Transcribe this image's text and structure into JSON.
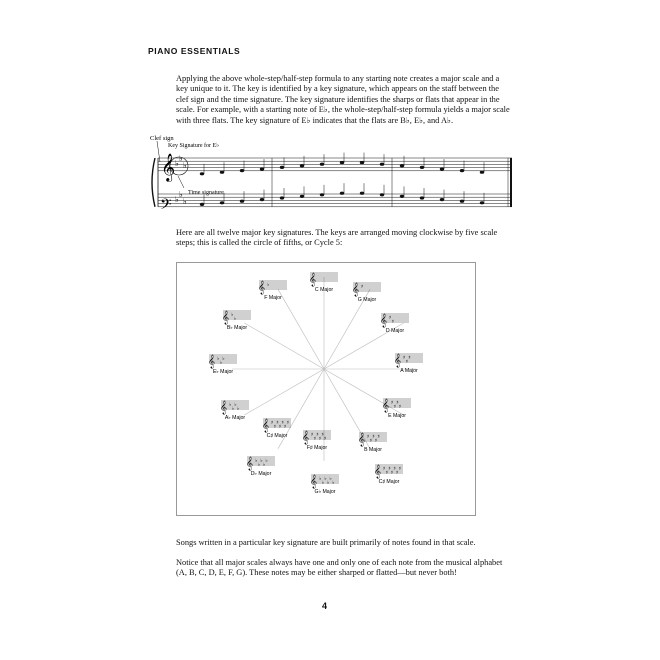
{
  "header": {
    "title": "PIANO ESSENTIALS"
  },
  "paragraphs": {
    "intro": "Applying the above whole-step/half-step formula to any starting note creates a major scale and a key unique to it. The key is identified by a key signature, which appears on the staff between the clef sign and the time signature. The key signature identifies the sharps or flats that appear in the scale. For example, with a starting note of E♭, the whole-step/half-step formula yields a major scale with three flats. The key signature of E♭ indicates that the flats are B♭, E♭, and A♭.",
    "circle_intro": "Here are all twelve major key signatures. The keys are arranged moving clockwise by five scale steps; this is called the circle of fifths, or Cycle 5:",
    "songs": "Songs written in a particular key signature are built primarily of notes found in that scale.",
    "notice": "Notice that all major scales always have one and only one of each note from the musical alphabet (A, B, C, D, E, F, G). These notes may be either sharped or flatted—but never both!"
  },
  "staff": {
    "clef_label": "Clef sign",
    "key_label": "Key Signature for E♭",
    "time_label": "Time signature"
  },
  "keys": [
    {
      "label": "C Major",
      "accidental": "none",
      "count": 0
    },
    {
      "label": "G Major",
      "accidental": "sharp",
      "count": 1
    },
    {
      "label": "D Major",
      "accidental": "sharp",
      "count": 2
    },
    {
      "label": "A Major",
      "accidental": "sharp",
      "count": 3
    },
    {
      "label": "E Major",
      "accidental": "sharp",
      "count": 4
    },
    {
      "label": "B Major",
      "accidental": "sharp",
      "count": 5
    },
    {
      "label": "C♯ Major",
      "accidental": "sharp",
      "count": 7
    },
    {
      "label": "G♭ Major",
      "accidental": "flat",
      "count": 6
    },
    {
      "label": "F♯ Major",
      "accidental": "sharp",
      "count": 6
    },
    {
      "label": "C♯ Major",
      "accidental": "sharp",
      "count": 7
    },
    {
      "label": "D♭ Major",
      "accidental": "flat",
      "count": 5
    },
    {
      "label": "A♭ Major",
      "accidental": "flat",
      "count": 4
    },
    {
      "label": "E♭ Major",
      "accidental": "flat",
      "count": 3
    },
    {
      "label": "B♭ Major",
      "accidental": "flat",
      "count": 2
    },
    {
      "label": "F Major",
      "accidental": "flat",
      "count": 1
    }
  ],
  "page_number": "4"
}
